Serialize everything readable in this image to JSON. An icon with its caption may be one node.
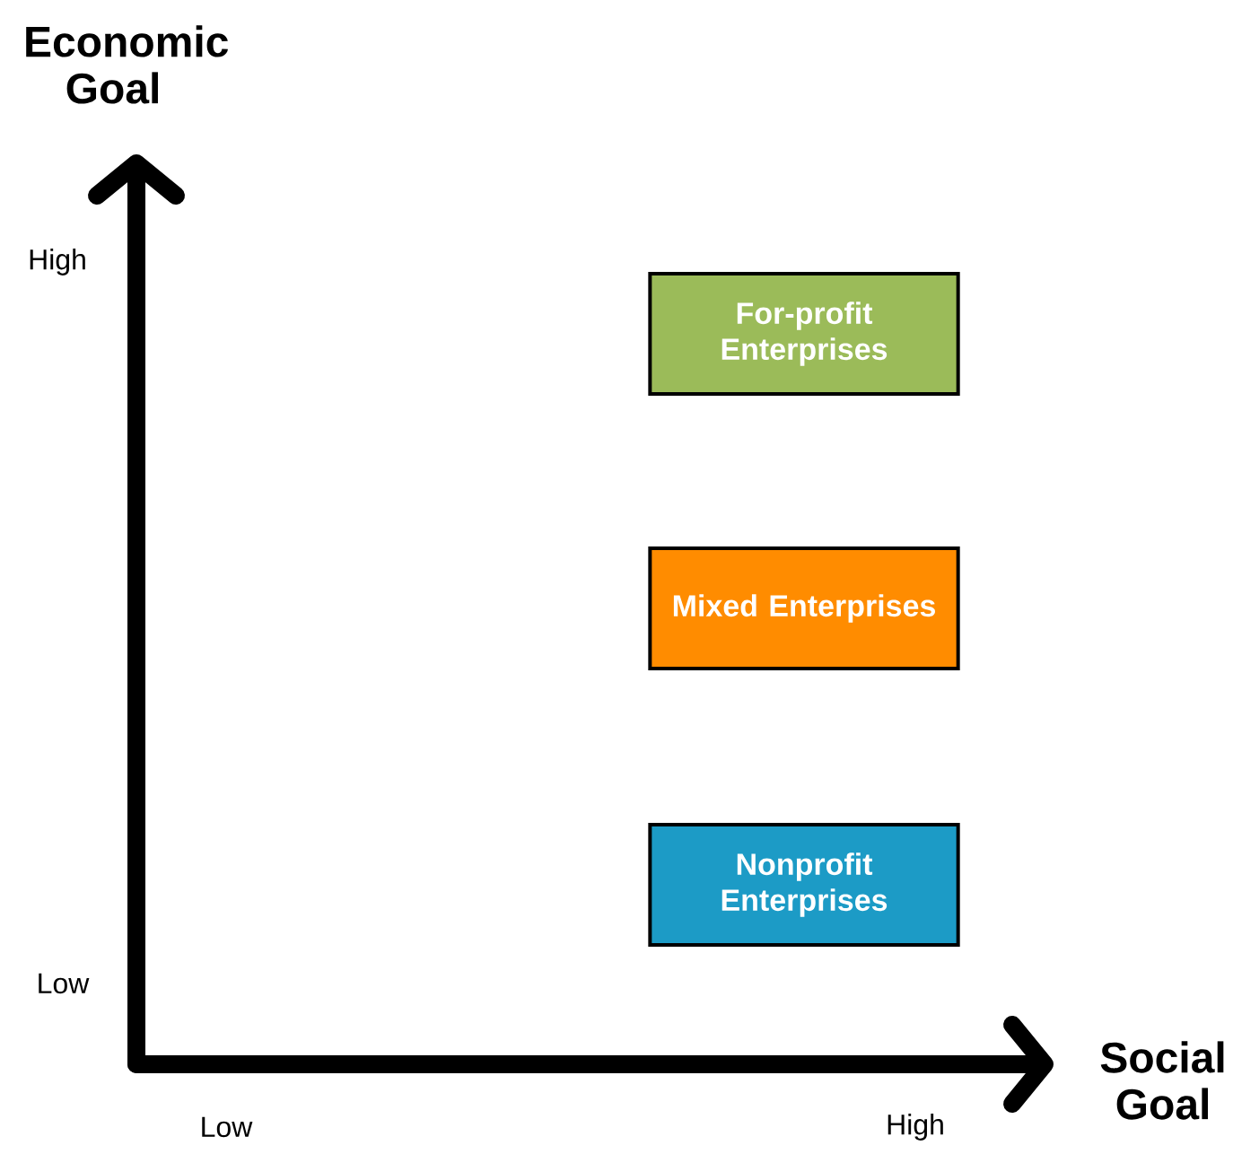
{
  "diagram": {
    "nodes": [
      {
        "text": [
          "For-profit Enterprises"
        ]
      },
      {
        "text": [
          "Mixed Enterprises"
        ]
      },
      {
        "text": [
          "Nonprofit Enterprises"
        ]
      }
    ],
    "labels": [
      "Economic Goal",
      "High",
      "Low",
      "Social Goal",
      "Low",
      "High"
    ]
  }
}
